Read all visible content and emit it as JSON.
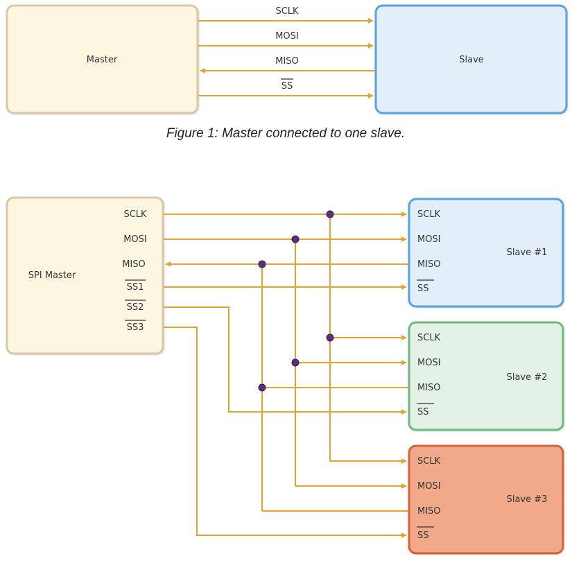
{
  "figure1": {
    "master_label": "Master",
    "slave_label": "Slave",
    "signals": [
      "SCLK",
      "MOSI",
      "MISO",
      "SS"
    ],
    "caption": "Figure 1: Master connected to one slave."
  },
  "figure2": {
    "master_label": "SPI Master",
    "master_pins": [
      "SCLK",
      "MOSI",
      "MISO",
      "SS1",
      "SS2",
      "SS3"
    ],
    "slave_pins": [
      "SCLK",
      "MOSI",
      "MISO",
      "SS"
    ],
    "slaves": [
      {
        "label": "Slave #1"
      },
      {
        "label": "Slave #2"
      },
      {
        "label": "Slave #3"
      }
    ]
  },
  "colors": {
    "wire": "#e3a32c",
    "junction": "#5c2f7a",
    "master_fill": "#fdf7e2",
    "master_border": "#d8c8a8",
    "slave1_fill": "#e2eef9",
    "slave1_border": "#5aa2da",
    "slave2_fill": "#e4f1e6",
    "slave2_border": "#6fb77c",
    "slave3_fill": "#f1a98a",
    "slave3_border": "#d7603e"
  }
}
